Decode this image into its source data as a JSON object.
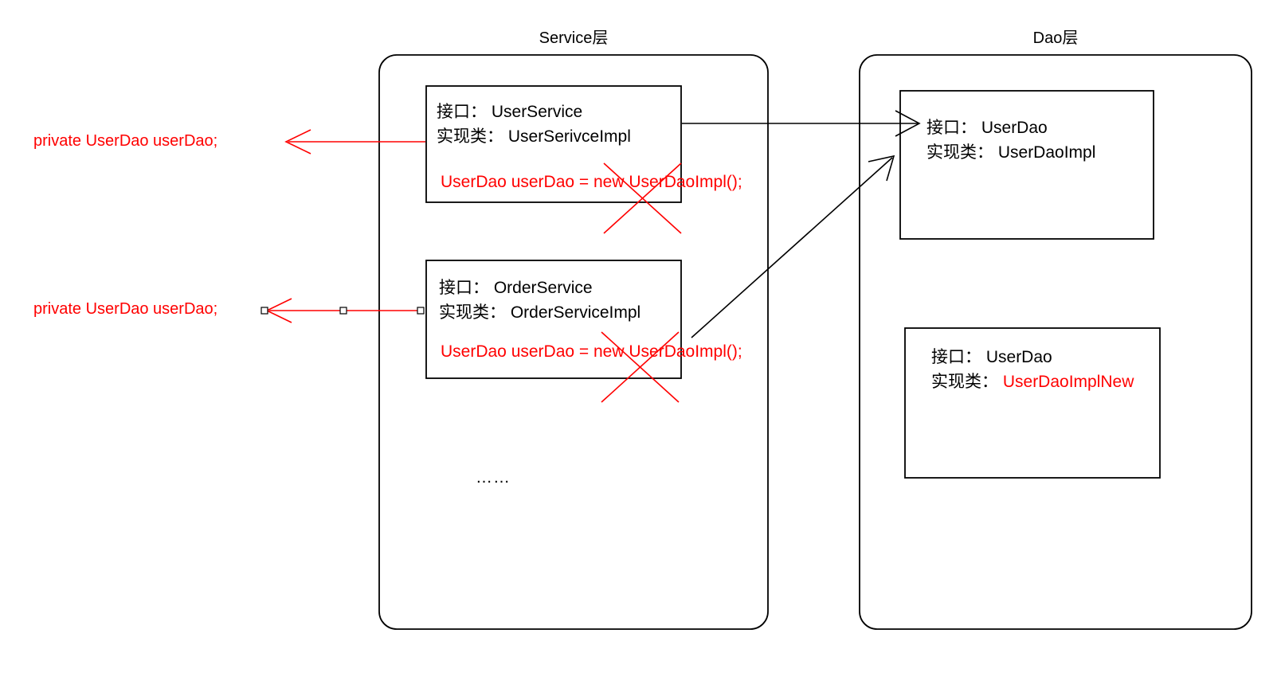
{
  "diagram": {
    "title_service_layer": "Service层",
    "title_dao_layer": "Dao层",
    "ellipsis": "……",
    "colors": {
      "stroke": "#000000",
      "accent_red": "#ff0000",
      "background": "#ffffff"
    }
  },
  "service_layer": {
    "label": "Service层",
    "boxes": [
      {
        "interface_label": "接口：",
        "interface_value": "UserService",
        "impl_label": "实现类：",
        "impl_value": "UserSerivceImpl",
        "code_line": "UserDao userDao = new UserDaoImpl();",
        "code_struck_out": true
      },
      {
        "interface_label": "接口：",
        "interface_value": "OrderService",
        "impl_label": "实现类：",
        "impl_value": "OrderServiceImpl",
        "code_line": "UserDao userDao = new UserDaoImpl();",
        "code_struck_out": true
      }
    ]
  },
  "dao_layer": {
    "label": "Dao层",
    "boxes": [
      {
        "interface_label": "接口：",
        "interface_value": "UserDao",
        "impl_label": "实现类：",
        "impl_value": "UserDaoImpl",
        "impl_value_color": "#000000"
      },
      {
        "interface_label": "接口：",
        "interface_value": "UserDao",
        "impl_label": "实现类：",
        "impl_value": "UserDaoImplNew",
        "impl_value_color": "#ff0000"
      }
    ]
  },
  "annotations": {
    "field_declaration_top": "private UserDao userDao;",
    "field_declaration_bottom": "private UserDao userDao;"
  }
}
